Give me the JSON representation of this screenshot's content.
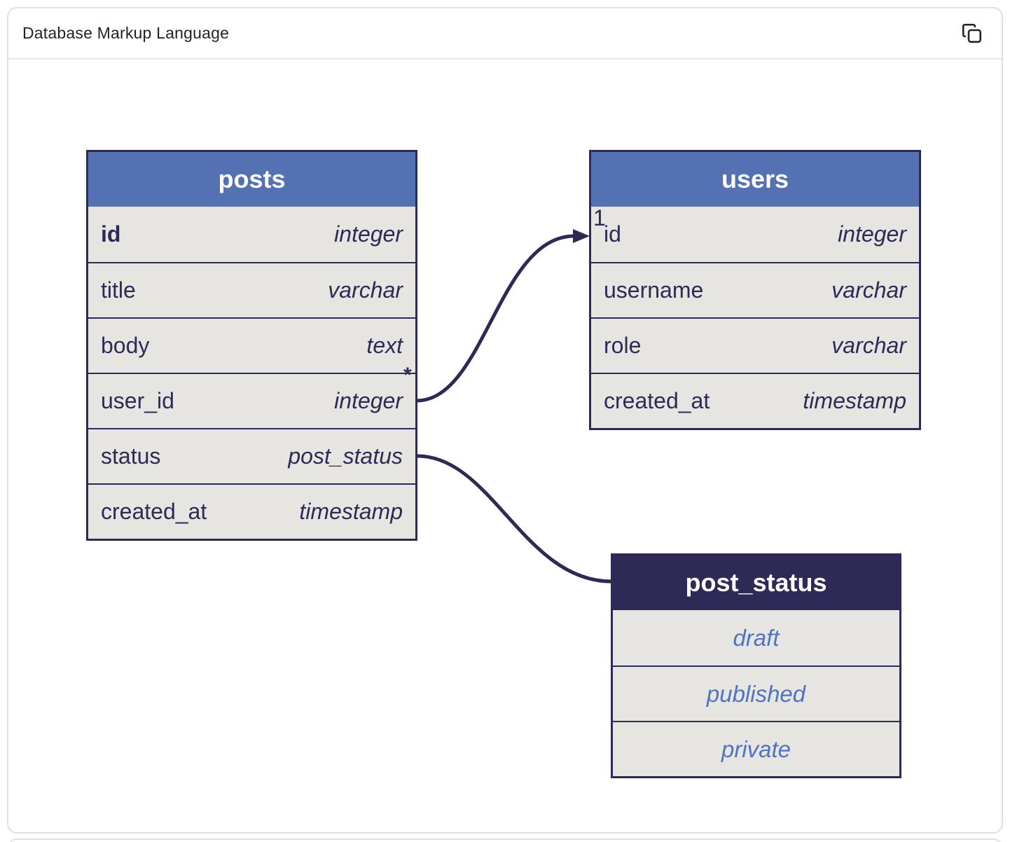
{
  "card": {
    "title": "Database Markup Language",
    "copy_button": "copy"
  },
  "diagram": {
    "colors": {
      "table_header_blue": "#5471b3",
      "enum_header_dark": "#2e2a56",
      "row_background": "#e7e5e1",
      "text_navy": "#2d2a56",
      "enum_value_blue": "#4e74c2",
      "relationship_line": "#2d2a56",
      "card_border": "#dfdfe6"
    },
    "tables": [
      {
        "name": "posts",
        "fields": [
          {
            "name": "id",
            "type": "integer",
            "bold": true
          },
          {
            "name": "title",
            "type": "varchar"
          },
          {
            "name": "body",
            "type": "text"
          },
          {
            "name": "user_id",
            "type": "integer"
          },
          {
            "name": "status",
            "type": "post_status"
          },
          {
            "name": "created_at",
            "type": "timestamp"
          }
        ]
      },
      {
        "name": "users",
        "fields": [
          {
            "name": "id",
            "type": "integer"
          },
          {
            "name": "username",
            "type": "varchar"
          },
          {
            "name": "role",
            "type": "varchar"
          },
          {
            "name": "created_at",
            "type": "timestamp"
          }
        ]
      }
    ],
    "enums": [
      {
        "name": "post_status",
        "values": [
          "draft",
          "published",
          "private"
        ]
      }
    ],
    "relationships": [
      {
        "from": "posts.user_id",
        "to": "users.id",
        "from_cardinality": "*",
        "to_cardinality": "1"
      },
      {
        "from": "posts.status",
        "to": "post_status"
      }
    ]
  }
}
